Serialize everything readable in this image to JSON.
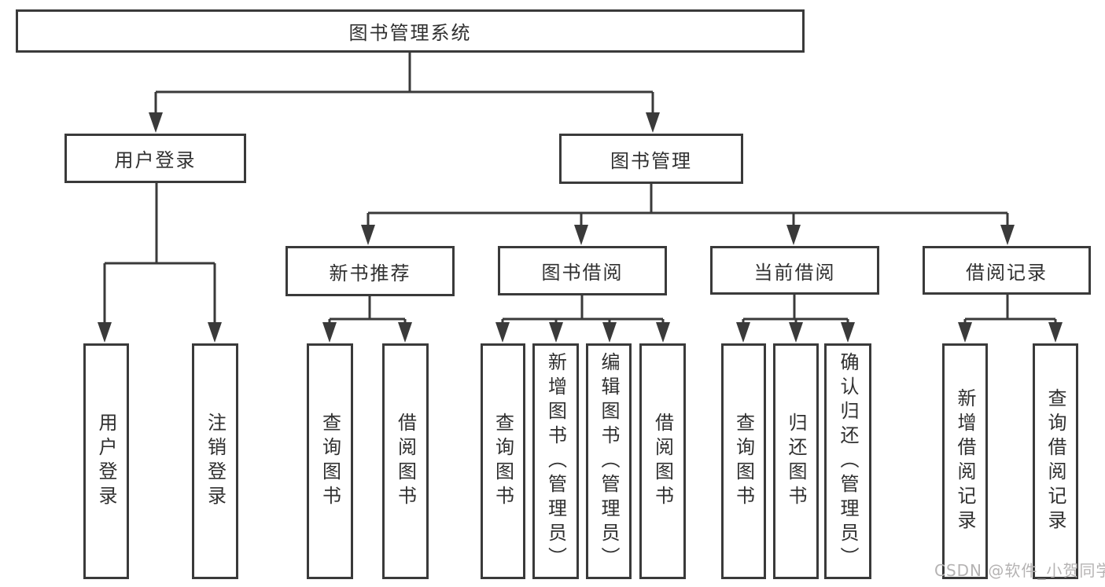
{
  "diagram": {
    "type": "hierarchy-tree",
    "colors": {
      "line": "#3a3a3a",
      "box_border": "#3a3a3a",
      "box_fill": "#ffffff",
      "text": "#303030",
      "watermark": "#b5b3b3",
      "background": "#ffffff"
    },
    "nodes": {
      "system": "图书管理系统",
      "user_login": "用户登录",
      "book_management": "图书管理",
      "new_book_recommend": "新书推荐",
      "book_borrow": "图书借阅",
      "current_borrow": "当前借阅",
      "borrow_records": "借阅记录",
      "leaf_user_login": "用户登录",
      "leaf_logout": "注销登录",
      "leaf_query_books_1": "查询图书",
      "leaf_borrow_books_1": "借阅图书",
      "leaf_query_books_2": "查询图书",
      "leaf_add_book_admin": "新增图书（管理员）",
      "leaf_edit_book_admin": "编辑图书（管理员）",
      "leaf_borrow_books_2": "借阅图书",
      "leaf_query_books_3": "查询图书",
      "leaf_return_books": "归还图书",
      "leaf_confirm_return_admin": "确认归还（管理员）",
      "leaf_add_borrow_record": "新增借阅记录",
      "leaf_query_borrow_record": "查询借阅记录"
    },
    "hierarchy": {
      "图书管理系统": {
        "用户登录": [
          "用户登录",
          "注销登录"
        ],
        "图书管理": {
          "新书推荐": [
            "查询图书",
            "借阅图书"
          ],
          "图书借阅": [
            "查询图书",
            "新增图书（管理员）",
            "编辑图书（管理员）",
            "借阅图书"
          ],
          "当前借阅": [
            "查询图书",
            "归还图书",
            "确认归还（管理员）"
          ],
          "借阅记录": [
            "新增借阅记录",
            "查询借阅记录"
          ]
        }
      }
    },
    "watermark": "CSDN @软件_小贺同学"
  }
}
